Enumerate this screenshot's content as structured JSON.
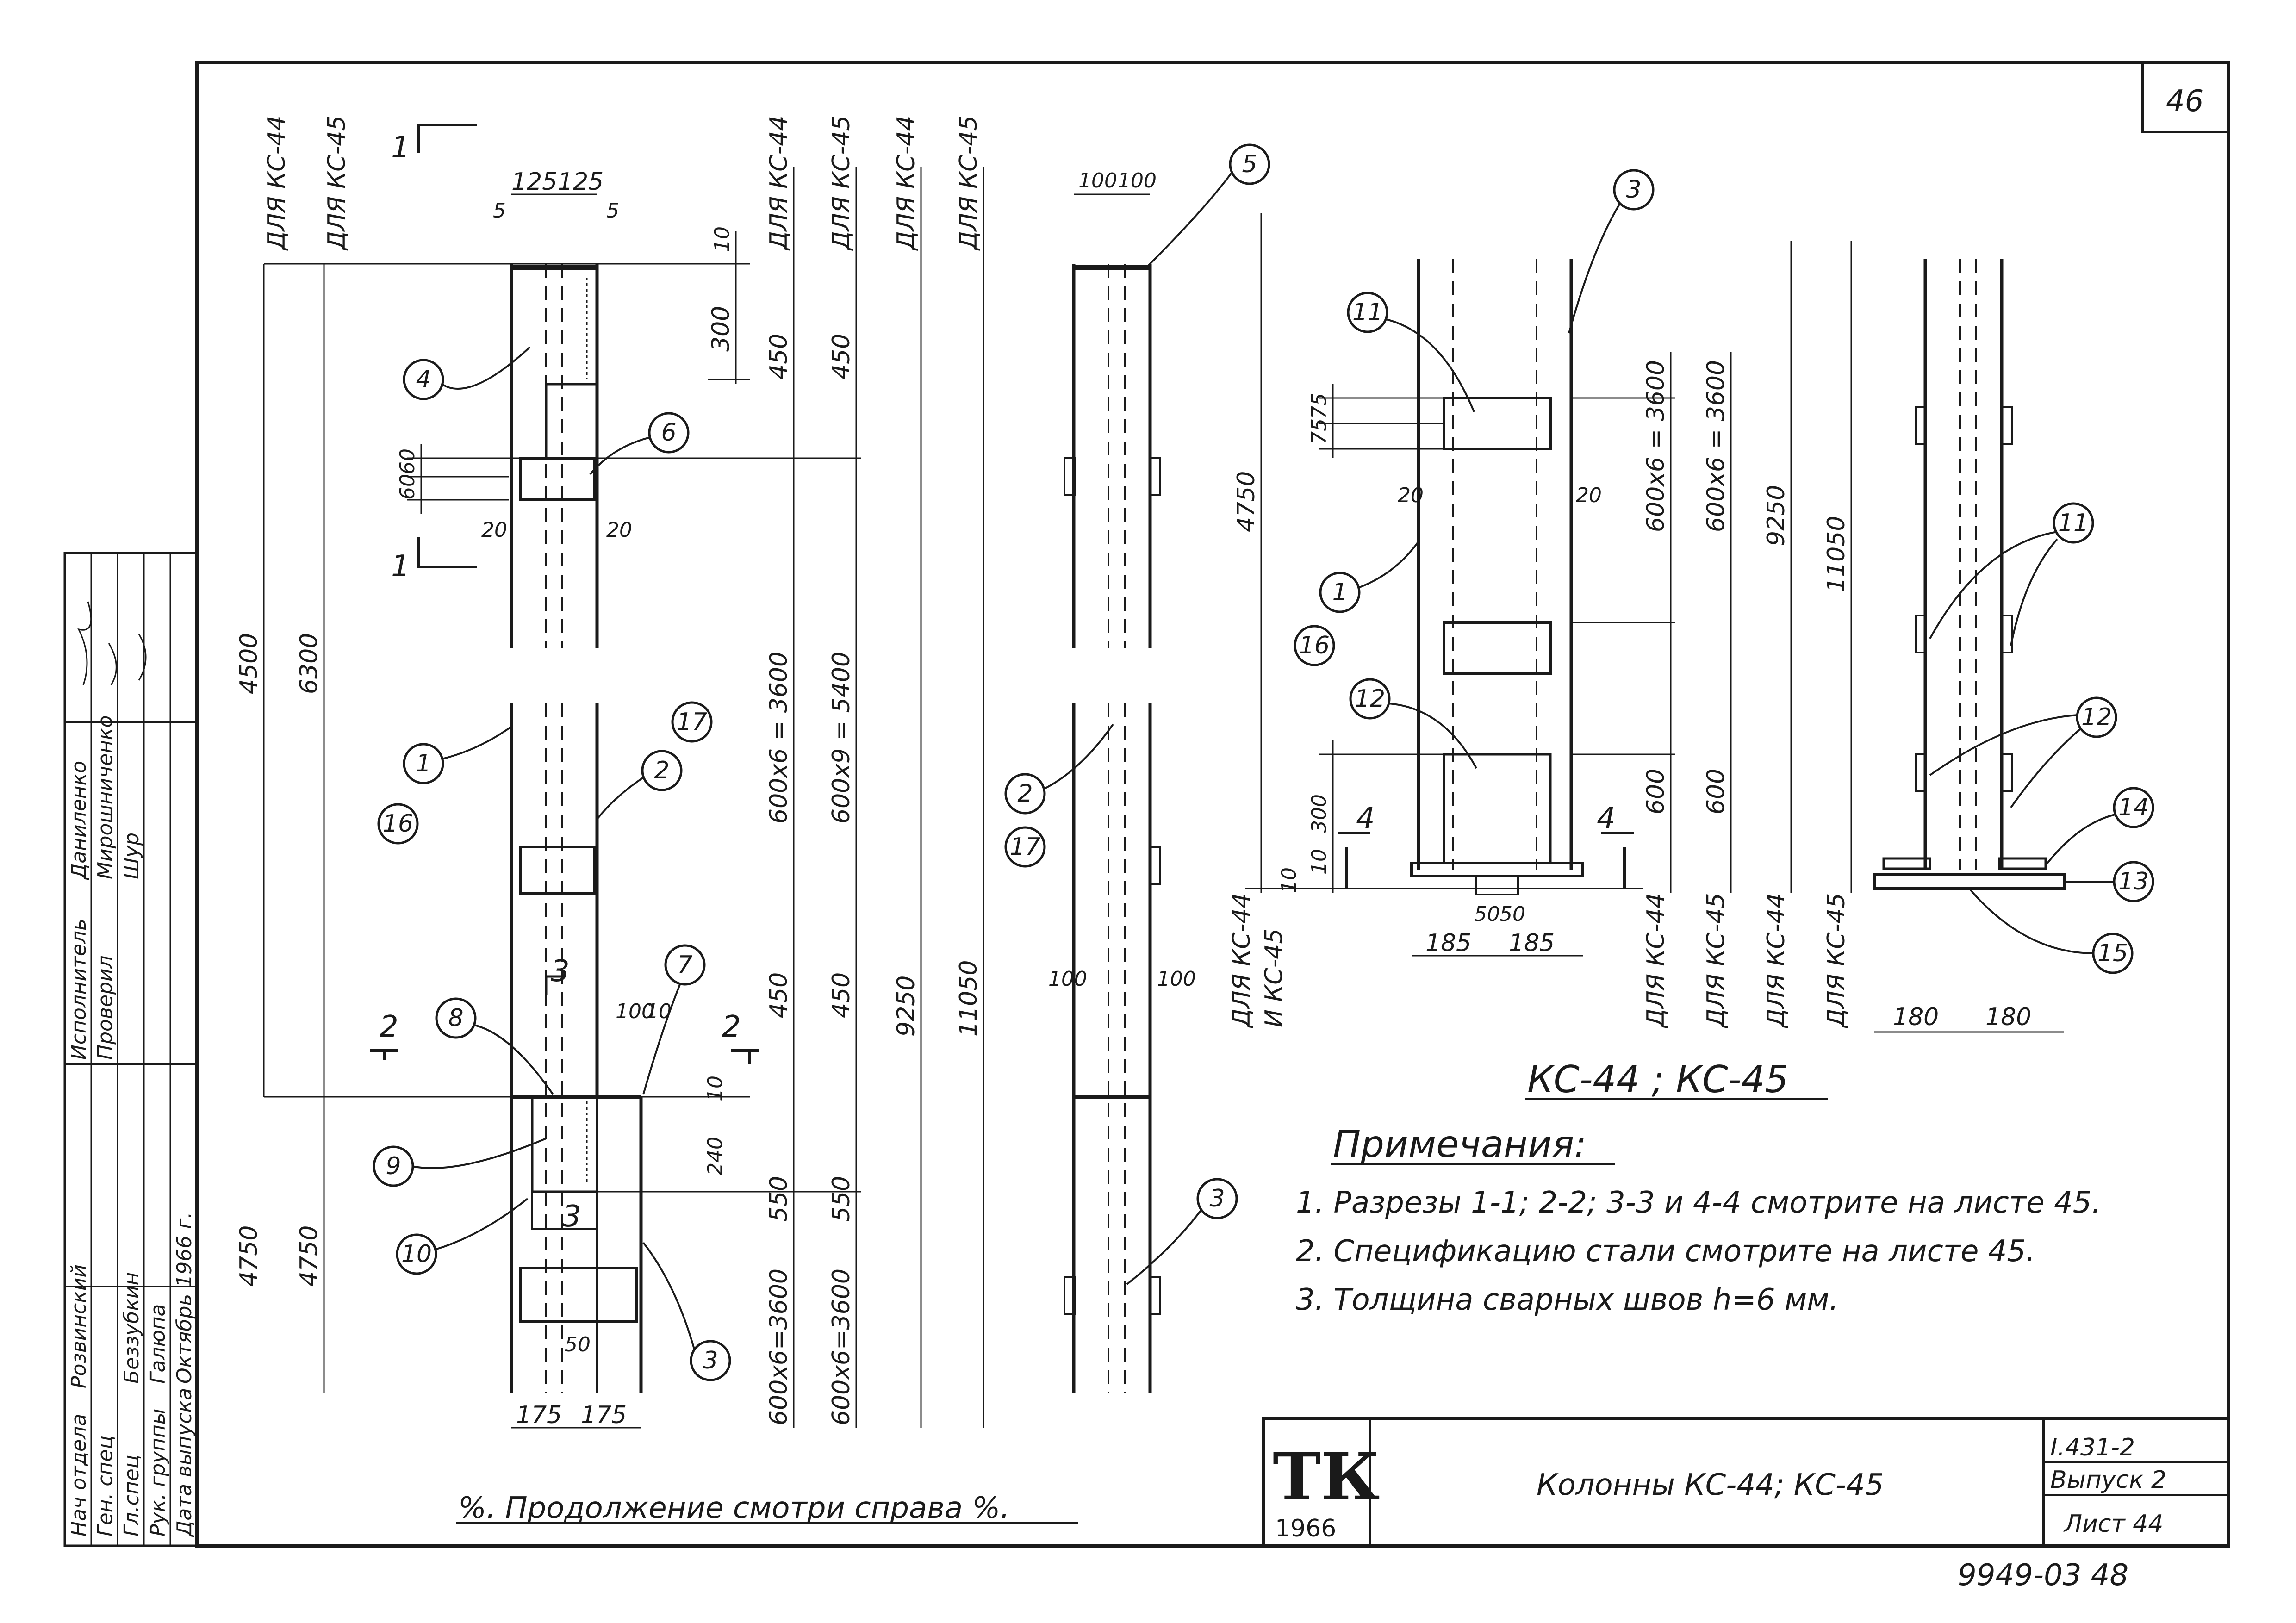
{
  "sheet_corner": "46",
  "marks": {
    "kc44": "ДЛЯ КС-44",
    "kc45": "ДЛЯ КС-45",
    "kc44_45a": "ДЛЯ КС-44",
    "kc44_45b": "И КС-45"
  },
  "section_labels": [
    "1",
    "2",
    "3",
    "4"
  ],
  "balloons": [
    "1",
    "2",
    "3",
    "4",
    "5",
    "6",
    "7",
    "8",
    "9",
    "10",
    "11",
    "12",
    "13",
    "14",
    "15",
    "16",
    "17"
  ],
  "dims": {
    "d125": "125",
    "d5": "5",
    "d10": "10",
    "d300": "300",
    "d450": "450",
    "d60": "60",
    "d20": "20",
    "d4500": "4500",
    "d6300": "6300",
    "d600x6_3600": "600х6 = 3600",
    "d600x9_5400": "600х9 = 5400",
    "d9250": "9250",
    "d11050": "11050",
    "d100": "100",
    "d240": "240",
    "d550": "550",
    "d4750": "4750",
    "d600x6b": "600х6=3600",
    "d50": "50",
    "d175": "175",
    "d75": "75",
    "d600": "600",
    "d185": "185",
    "d180": "180"
  },
  "title_kc": "КС-44 ; КС-45",
  "notes": {
    "heading": "Примечания:",
    "items": [
      "1. Разрезы 1-1; 2-2; 3-3 и 4-4 смотрите на листе 45.",
      "2. Спецификацию стали смотрите на листе 45.",
      "3. Толщина сварных швов h=6 мм."
    ]
  },
  "continuation": "%. Продолжение смотри справа %.",
  "stamp": {
    "logo": "ТК",
    "year": "1966",
    "title": "Колонны   КС-44; КС-45",
    "series": "I.431-2",
    "issue": "Выпуск 2",
    "sheet": "Лист 44"
  },
  "signatures": {
    "rows": [
      "Нач отдела",
      "Ген. спец",
      "Гл.спец",
      "Рук. группы",
      "Дата выпуска"
    ],
    "names": [
      "Розвинский",
      "",
      "Беззубкин",
      "Галюпа",
      "Октябрь 1966 г."
    ],
    "executors": [
      "Исполнитель",
      "Даниленко",
      "Проверил",
      "Мирошниченко",
      "Шур"
    ]
  },
  "archive_no": "9949-03   48"
}
